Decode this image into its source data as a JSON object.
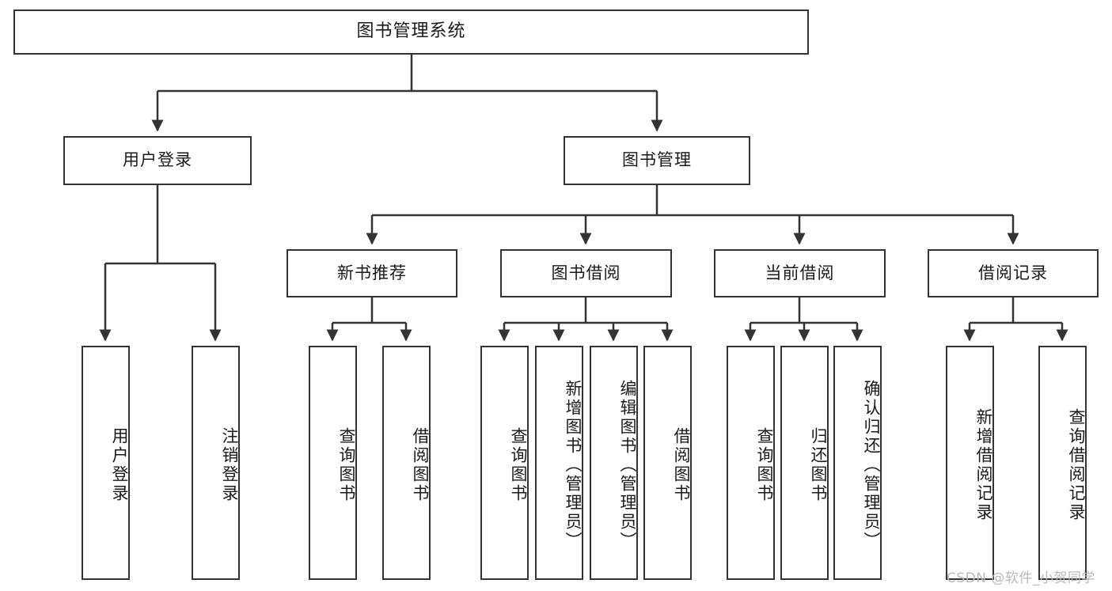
{
  "diagram": {
    "type": "tree",
    "title": "图书管理系统",
    "orientation": "top-down",
    "colors": {
      "background": "#ffffff",
      "stroke": "#333333",
      "text": "#1a1a1a",
      "watermark": "#b9b9b9"
    },
    "root": {
      "label": "图书管理系统"
    },
    "level1": [
      {
        "label": "用户登录"
      },
      {
        "label": "图书管理"
      }
    ],
    "level2": [
      {
        "label": "新书推荐"
      },
      {
        "label": "图书借阅"
      },
      {
        "label": "当前借阅"
      },
      {
        "label": "借阅记录"
      }
    ],
    "leaves": {
      "user_login": [
        {
          "label": "用户登录"
        },
        {
          "label": "注销登录"
        }
      ],
      "new_book_recommend": [
        {
          "label": "查询图书"
        },
        {
          "label": "借阅图书"
        }
      ],
      "book_borrow": [
        {
          "label": "查询图书"
        },
        {
          "label": "新增图书（管理员）"
        },
        {
          "label": "编辑图书（管理员）"
        },
        {
          "label": "借阅图书"
        }
      ],
      "current_borrow": [
        {
          "label": "查询图书"
        },
        {
          "label": "归还图书"
        },
        {
          "label": "确认归还（管理员）"
        }
      ],
      "borrow_records": [
        {
          "label": "新增借阅记录"
        },
        {
          "label": "查询借阅记录"
        }
      ]
    }
  },
  "watermark": {
    "text": "CSDN @软件_小贺同学"
  }
}
